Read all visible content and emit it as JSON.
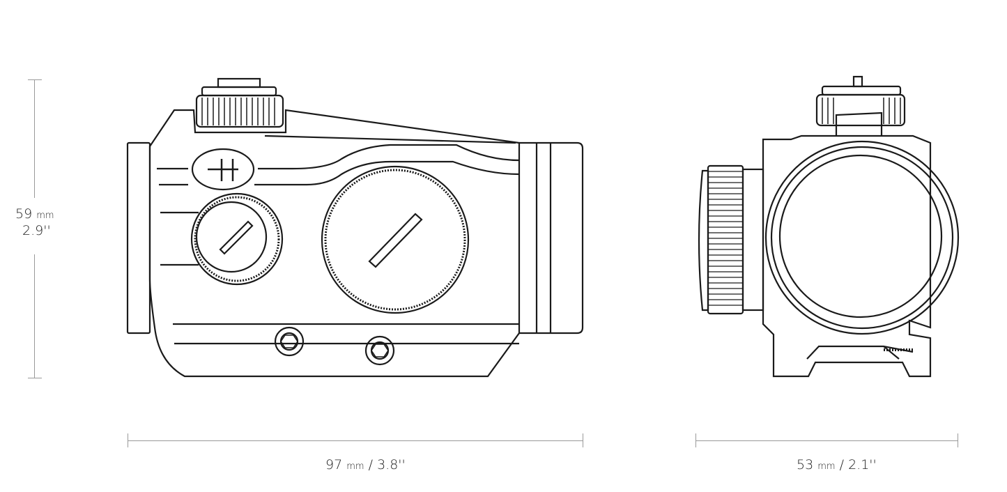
{
  "dimensions": {
    "height": {
      "mm_value": "59",
      "mm_unit": "mm",
      "inch": "2.9''"
    },
    "length": {
      "mm_value": "97",
      "mm_unit": "mm",
      "sep": "/",
      "inch": "3.8''"
    },
    "width": {
      "mm_value": "53",
      "mm_unit": "mm",
      "sep": "/",
      "inch": "2.1''"
    }
  },
  "colors": {
    "line": "#1a1a1a",
    "dimension": "#999999"
  }
}
